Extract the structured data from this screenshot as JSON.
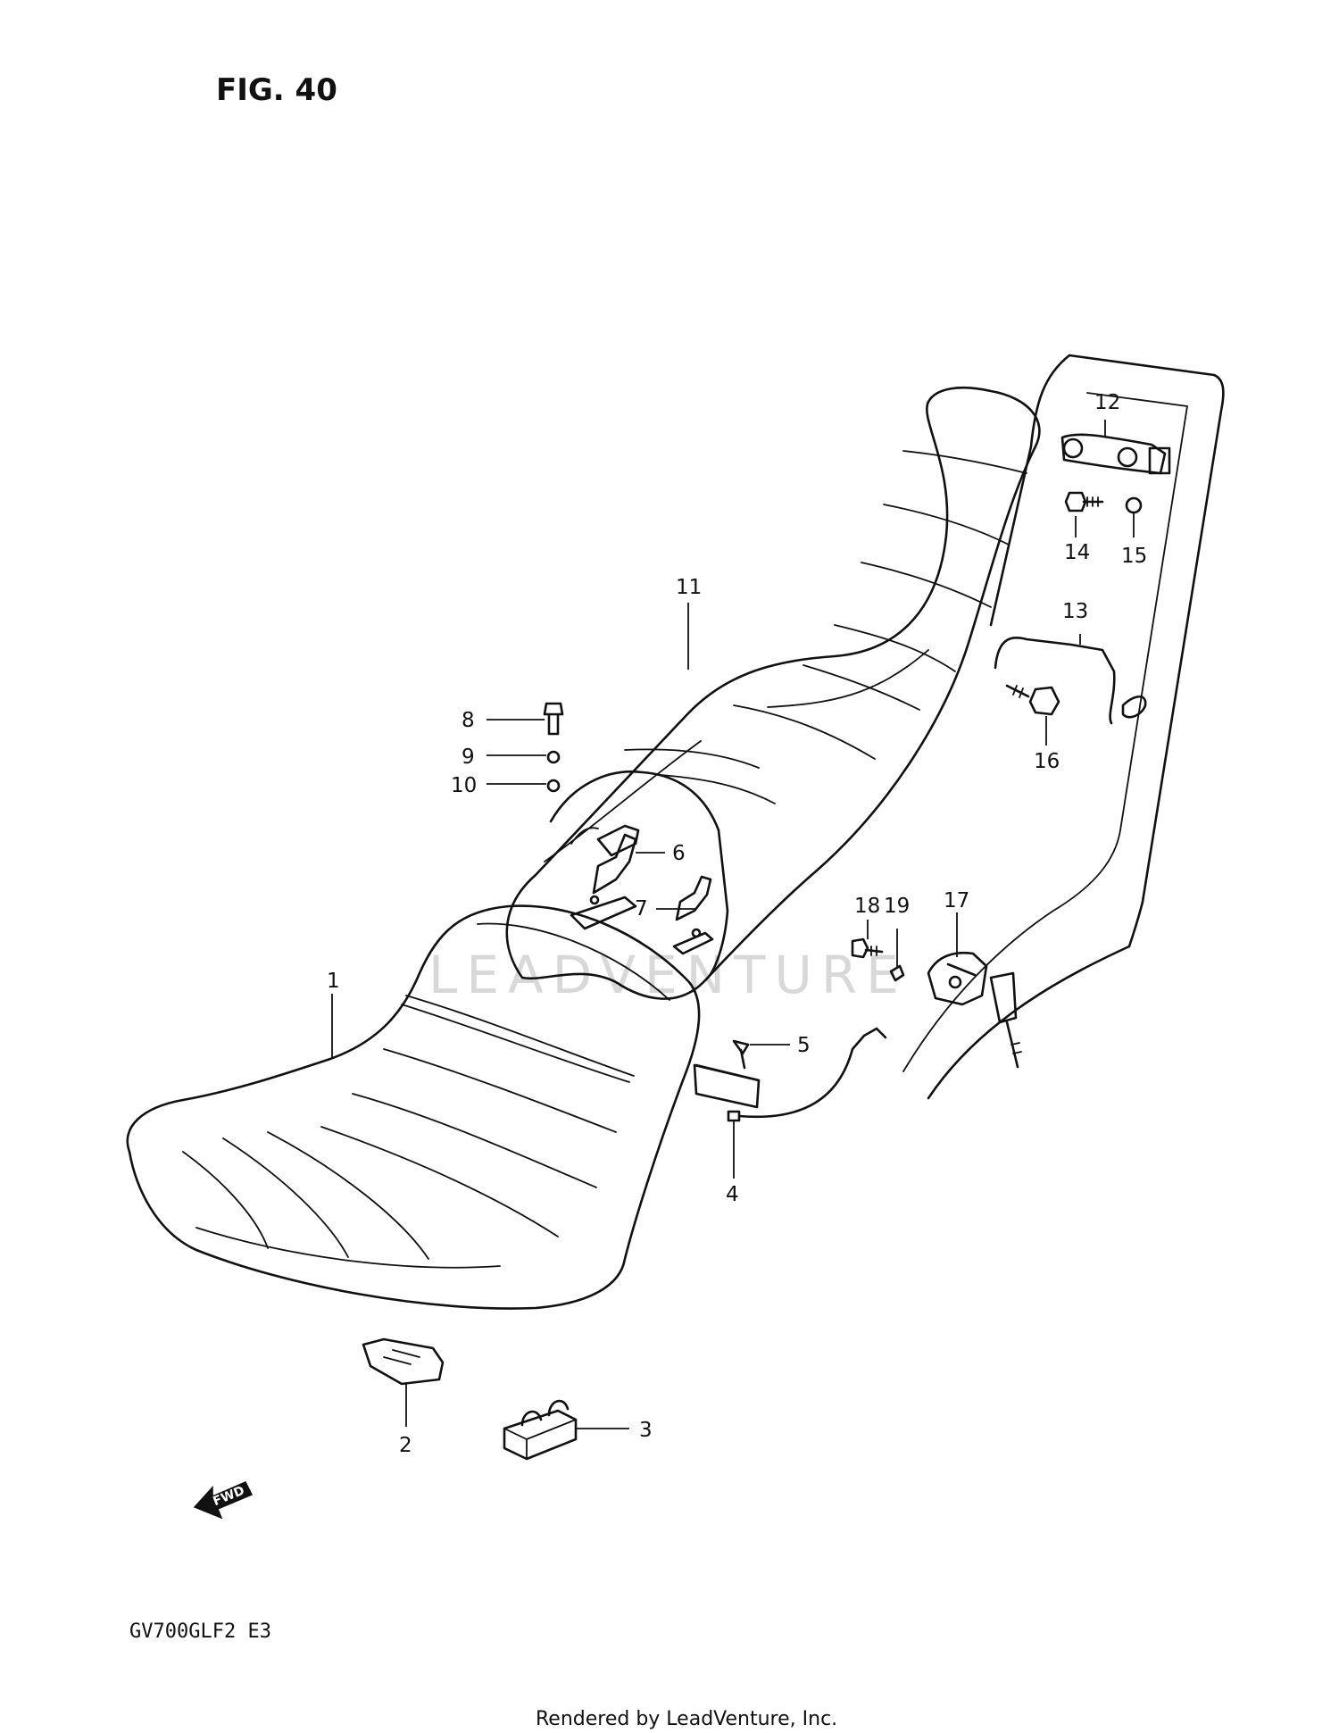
{
  "figure": {
    "title": "FIG. 40",
    "model_code": "GV700GLF2  E3",
    "credit": "Rendered by LeadVenture, Inc.",
    "watermark": "LEADVENTURE",
    "fwd_label": "FWD"
  },
  "callouts": [
    "1",
    "2",
    "3",
    "4",
    "5",
    "6",
    "7",
    "8",
    "9",
    "10",
    "11",
    "12",
    "13",
    "14",
    "15",
    "16",
    "17",
    "18",
    "19"
  ]
}
